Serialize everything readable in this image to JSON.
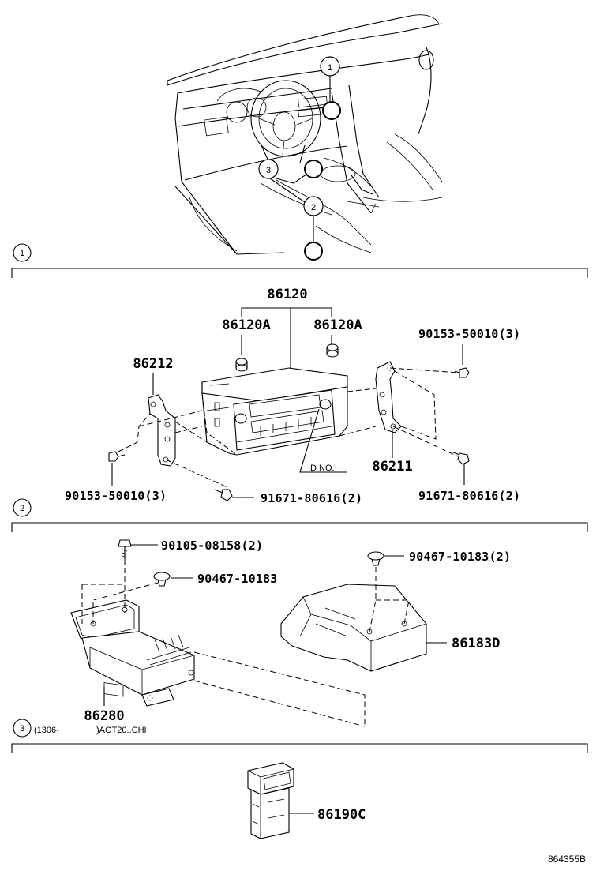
{
  "callouts": {
    "one": "1",
    "two": "2",
    "three": "3"
  },
  "sections": {
    "s1": {
      "num": "1"
    },
    "s2": {
      "num": "2"
    },
    "s3": {
      "num": "3",
      "note_open": "(1306-",
      "note_close": ")AGT20..CHI"
    }
  },
  "parts": {
    "p86120": "86120",
    "p86120A_left": "86120A",
    "p86120A_right": "86120A",
    "p86212": "86212",
    "p86211": "86211",
    "p90153_right": "90153-50010(3)",
    "p90153_left": "90153-50010(3)",
    "p91671_mid": "91671-80616(2)",
    "p91671_right": "91671-80616(2)",
    "id_no": "ID NO.",
    "p90105": "90105-08158(2)",
    "p90467_a": "90467-10183",
    "p90467_b": "90467-10183(2)",
    "p86183D": "86183D",
    "p86280": "86280",
    "p86190C": "86190C"
  },
  "footer": {
    "code": "864355B"
  }
}
